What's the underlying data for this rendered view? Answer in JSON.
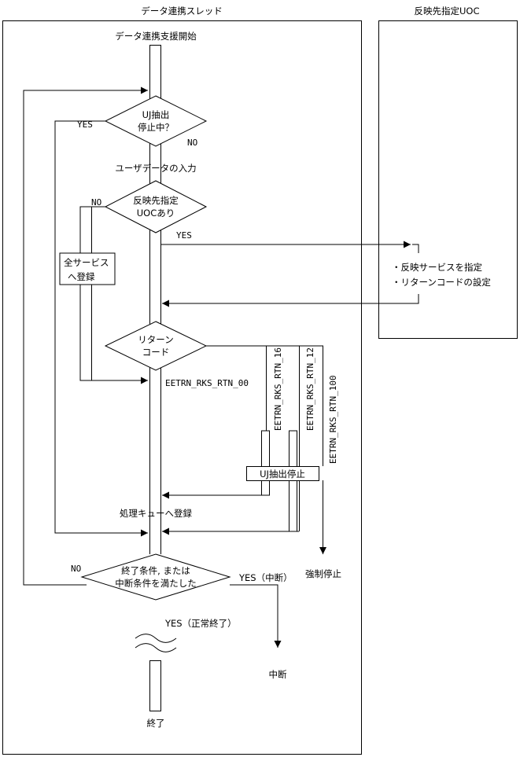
{
  "lanes": {
    "thread_title": "データ連携スレッド",
    "uoc_title": "反映先指定UOC"
  },
  "steps": {
    "start": "データ連携支援開始",
    "user_input": "ユーザデータの入力",
    "queue_register": "処理キューへ登録",
    "end": "終了"
  },
  "decisions": {
    "uj_stop": [
      "UJ抽出",
      "停止中？"
    ],
    "uoc_exists": [
      "反映先指定",
      "UOCあり"
    ],
    "return_code": [
      "リターン",
      "コード"
    ],
    "end_condition": [
      "終了条件, または",
      "中断条件を満たした"
    ]
  },
  "branch_labels": {
    "uj_yes": "YES",
    "uj_no": "NO",
    "uoc_no": "NO",
    "uoc_yes": "YES",
    "end_no": "NO",
    "end_suspend": "YES（中断）",
    "end_normal": "YES（正常終了）"
  },
  "side_labels": {
    "register_all": [
      "全サービス",
      "へ登録"
    ],
    "uj_stop_box": "UJ抽出停止",
    "forced_stop": "強制停止",
    "suspend": "中断"
  },
  "return_codes": {
    "rtn_00": "EETRN_RKS_RTN_00",
    "rtn_16": "EETRN_RKS_RTN_16",
    "rtn_12": "EETRN_RKS_RTN_12",
    "rtn_100": "EETRN_RKS_RTN_100"
  },
  "uoc_actions": [
    "・反映サービスを指定",
    "・リターンコードの設定"
  ]
}
